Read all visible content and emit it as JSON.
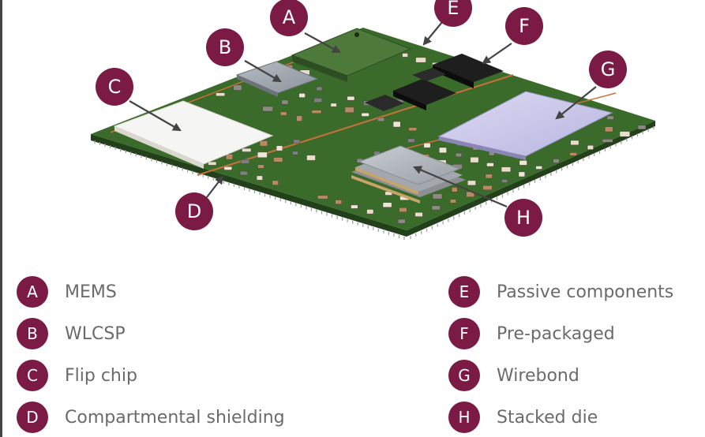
{
  "colors": {
    "accent": "#7a1a45",
    "label_text": "#6a6a6a",
    "pcb": "#3b6b2a",
    "pcb_dark": "#2d5320"
  },
  "callouts": [
    {
      "letter": "A",
      "target": "mems-die"
    },
    {
      "letter": "B",
      "target": "wlcsp-die"
    },
    {
      "letter": "C",
      "target": "flip-chip-die"
    },
    {
      "letter": "D",
      "target": "shield-trace"
    },
    {
      "letter": "E",
      "target": "passive-component"
    },
    {
      "letter": "F",
      "target": "pre-packaged-ic"
    },
    {
      "letter": "G",
      "target": "wirebond-die"
    },
    {
      "letter": "H",
      "target": "stacked-die"
    }
  ],
  "legend": [
    {
      "letter": "A",
      "label": "MEMS"
    },
    {
      "letter": "B",
      "label": "WLCSP"
    },
    {
      "letter": "C",
      "label": "Flip chip"
    },
    {
      "letter": "D",
      "label": "Compartmental shielding"
    },
    {
      "letter": "E",
      "label": "Passive components"
    },
    {
      "letter": "F",
      "label": "Pre-packaged"
    },
    {
      "letter": "G",
      "label": "Wirebond"
    },
    {
      "letter": "H",
      "label": "Stacked die"
    }
  ]
}
